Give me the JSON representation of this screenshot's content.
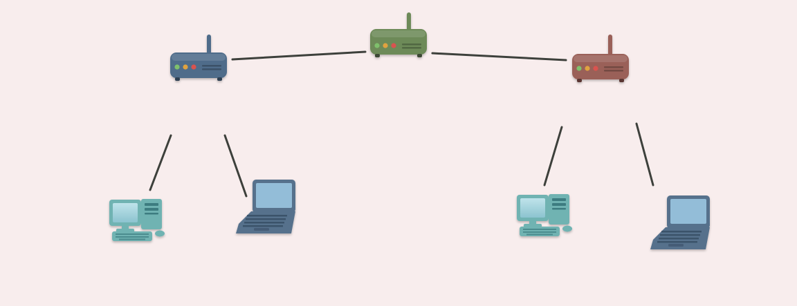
{
  "colors": {
    "background": "#f8eded",
    "link": "#3d403b",
    "router_center": "#6d8a58",
    "router_left": "#4f6c8a",
    "router_right": "#9a6058",
    "desktop": "#6fb3b2",
    "laptop": "#56718c",
    "led_green": "#7fc06c",
    "led_yellow": "#e0a240",
    "led_red": "#d9534f"
  },
  "nodes": [
    {
      "id": "router-center",
      "kind": "router",
      "icon": "router-icon",
      "color_key": "router_center"
    },
    {
      "id": "router-left",
      "kind": "router",
      "icon": "router-icon",
      "color_key": "router_left"
    },
    {
      "id": "router-right",
      "kind": "router",
      "icon": "router-icon",
      "color_key": "router_right"
    },
    {
      "id": "desktop-left",
      "kind": "desktop",
      "icon": "desktop-computer-icon",
      "color_key": "desktop"
    },
    {
      "id": "laptop-left",
      "kind": "laptop",
      "icon": "laptop-icon",
      "color_key": "laptop"
    },
    {
      "id": "desktop-right",
      "kind": "desktop",
      "icon": "desktop-computer-icon",
      "color_key": "desktop"
    },
    {
      "id": "laptop-right",
      "kind": "laptop",
      "icon": "laptop-icon",
      "color_key": "laptop"
    }
  ],
  "links": [
    {
      "from": "router-left",
      "to": "router-center"
    },
    {
      "from": "router-center",
      "to": "router-right"
    },
    {
      "from": "router-left",
      "to": "desktop-left"
    },
    {
      "from": "router-left",
      "to": "laptop-left"
    },
    {
      "from": "router-right",
      "to": "desktop-right"
    },
    {
      "from": "router-right",
      "to": "laptop-right"
    }
  ]
}
